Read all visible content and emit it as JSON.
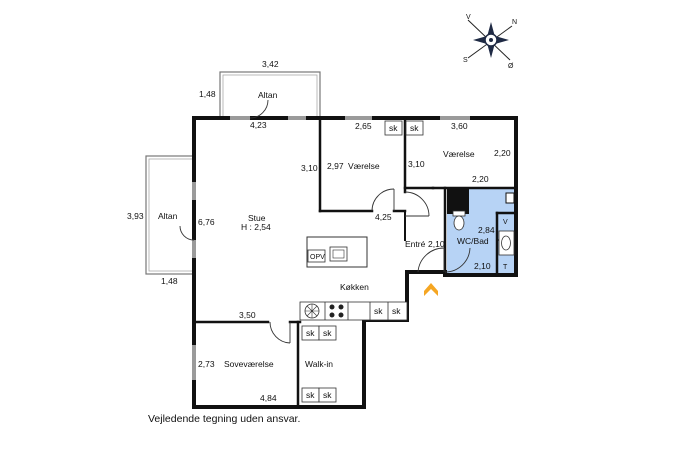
{
  "compass": {
    "labels": {
      "north": "N",
      "west": "V",
      "south": "S",
      "east": "Ø"
    }
  },
  "rooms": {
    "altan_top": "Altan",
    "altan_left": "Altan",
    "stue": "Stue",
    "stue_height": "H : 2,54",
    "vaerelse1": "Værelse",
    "vaerelse2": "Værelse",
    "wc_bad": "WC/Bad",
    "entre": "Entré",
    "koekken": "Køkken",
    "sovevaerelse": "Soveværelse",
    "walk_in": "Walk-in"
  },
  "dimensions": {
    "altan_top_width": "3,42",
    "altan_top_depth": "1,48",
    "stue_top": "4,23",
    "altan_left_height": "3,93",
    "altan_left_depth": "1,48",
    "stue_left": "6,76",
    "vaerelse1_top": "2,65",
    "vaerelse1_left": "3,10",
    "vaerelse1_right": "2,97",
    "vaerelse1_bottom": "4,25",
    "vaerelse2_top": "3,60",
    "vaerelse2_left": "3,10",
    "vaerelse2_right": "2,20",
    "wc_top": "2,20",
    "wc_right": "2,84",
    "wc_bottom": "2,10",
    "entre_width": "2,10",
    "sove_top": "3,50",
    "sove_left": "2,73",
    "sove_bottom": "4,84"
  },
  "fixtures": {
    "cabinet": "sk",
    "opv": "OPV",
    "washer": "V",
    "dryer": "T"
  },
  "colors": {
    "wall": "#111111",
    "bathroom": "#b7d3f5",
    "entry_arrow": "#f5a623",
    "window": "#9a9a9a"
  },
  "disclaimer": "Vejledende tegning uden ansvar."
}
